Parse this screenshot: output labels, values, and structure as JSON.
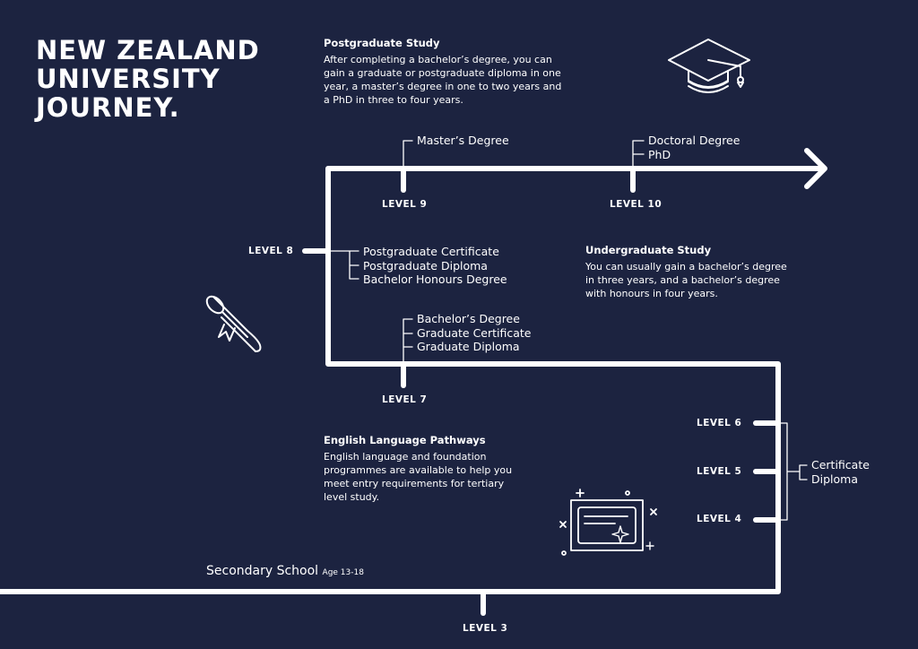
{
  "title": {
    "line1": "NEW ZEALAND",
    "line2": "UNIVERSITY",
    "line3": "JOURNEY."
  },
  "postgraduate": {
    "heading": "Postgraduate Study",
    "body": "After completing a bachelor’s degree, you can gain a graduate or postgraduate diploma in one year, a master’s degree in one to two years and a PhD in three to four years."
  },
  "undergraduate": {
    "heading": "Undergraduate Study",
    "body": "You can usually gain a bachelor’s degree in three years, and a bachelor’s degree with honours in four years."
  },
  "english": {
    "heading": "English Language Pathways",
    "body": "English language and foundation programmes are available to help you meet entry requirements for tertiary level study."
  },
  "levels": {
    "l3": "LEVEL 3",
    "l4": "LEVEL 4",
    "l5": "LEVEL 5",
    "l6": "LEVEL 6",
    "l7": "LEVEL 7",
    "l8": "LEVEL 8",
    "l9": "LEVEL 9",
    "l10": "LEVEL 10"
  },
  "qualifications": {
    "level9": [
      "Master’s Degree"
    ],
    "level10": [
      "Doctoral Degree",
      "PhD"
    ],
    "level8": [
      "Postgraduate Certificate",
      "Postgraduate Diploma",
      "Bachelor Honours Degree"
    ],
    "level7": [
      "Bachelor’s Degree",
      "Graduate Certificate",
      "Graduate Diploma"
    ],
    "level4to6": [
      "Certificate",
      "Diploma"
    ]
  },
  "secondary": {
    "label": "Secondary School",
    "age": "Age 13-18"
  },
  "icons": [
    "graduation-cap-icon",
    "diploma-scroll-icon",
    "certificate-icon"
  ],
  "colors": {
    "background": "#1c2340",
    "line": "#ffffff"
  }
}
